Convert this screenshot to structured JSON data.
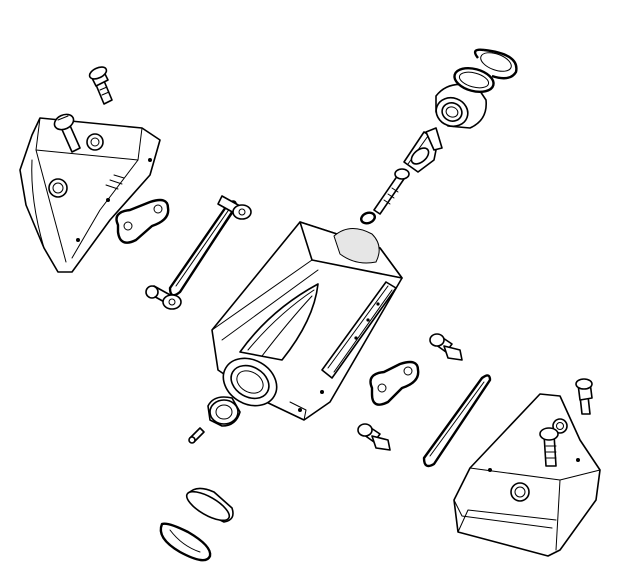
{
  "drawing": {
    "type": "exploded-assembly-line-art",
    "background": "#ffffff",
    "line_color": "#000000",
    "parts": [
      "center-housing",
      "left-end-cap",
      "right-end-cap",
      "cap-screw",
      "gasket",
      "long-strip-seal",
      "pivot-pin",
      "roller-bearing",
      "bushing",
      "retaining-ring",
      "seal-ring",
      "set-screw",
      "hex-head-bolt"
    ]
  }
}
